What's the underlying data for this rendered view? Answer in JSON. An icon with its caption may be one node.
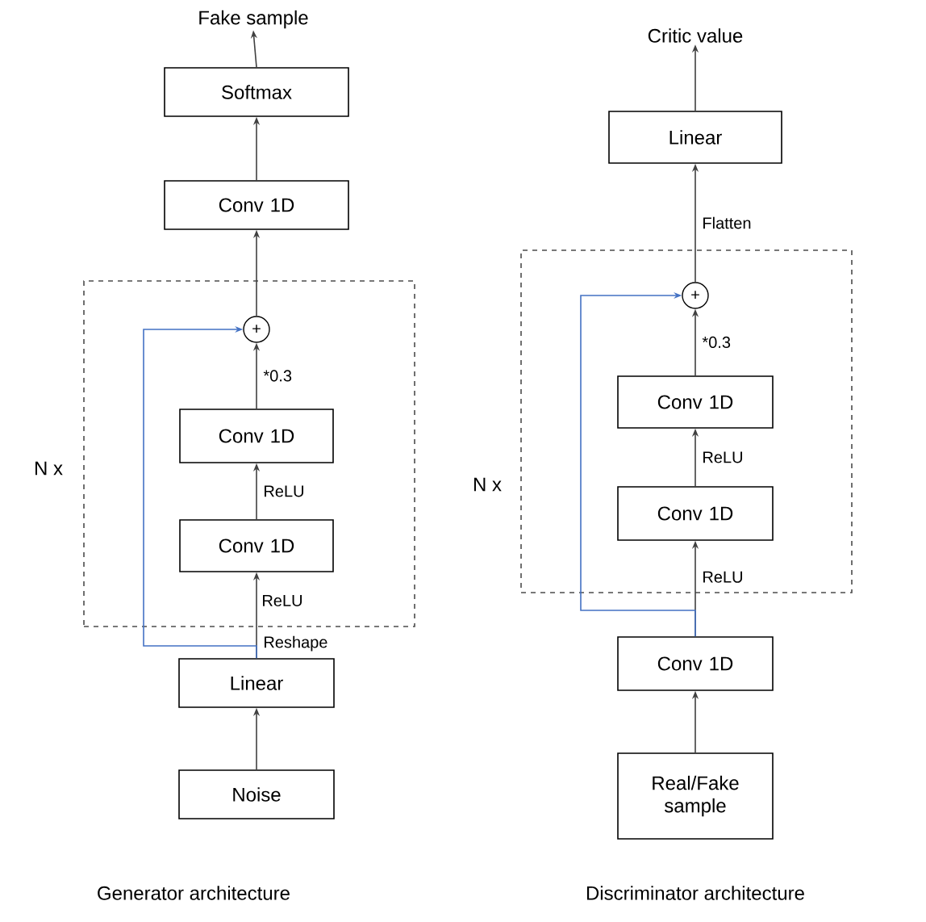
{
  "diagram": {
    "nodes": [
      {
        "text": [
          "Fake sample"
        ]
      },
      {
        "text": [
          "Softmax"
        ]
      },
      {
        "text": [
          "Conv 1D"
        ]
      },
      {
        "text": [],
        "shape": "box",
        "beside": [
          "N x"
        ]
      },
      {
        "text": [
          "+"
        ],
        "in": 3
      },
      {
        "text": [
          "Conv 1D"
        ],
        "in": 3
      },
      {
        "text": [
          "Conv 1D"
        ],
        "in": 3
      },
      {
        "text": [
          "Linear"
        ]
      },
      {
        "text": [
          "Noise"
        ]
      },
      {
        "text": [
          "Critic value"
        ]
      },
      {
        "text": [
          "Linear"
        ]
      },
      {
        "text": [],
        "shape": "box",
        "beside": [
          "N x"
        ]
      },
      {
        "text": [
          "+"
        ],
        "in": 11
      },
      {
        "text": [
          "Conv 1D"
        ],
        "in": 11
      },
      {
        "text": [
          "Conv 1D"
        ],
        "in": 11
      },
      {
        "text": [
          "Conv 1D"
        ]
      },
      {
        "text": [
          "Real/Fake sample"
        ]
      }
    ],
    "edges": [
      {
        "from": 8,
        "to": 7,
        "arrow": "to"
      },
      {
        "from": 7,
        "to": 6,
        "arrow": "to",
        "label": "Reshape"
      },
      {
        "from": 6,
        "to": 5,
        "arrow": "to",
        "label": "ReLU"
      },
      {
        "from": 5,
        "to": 4,
        "arrow": "to",
        "label": "*0.3"
      },
      {
        "from": 7,
        "to": 4,
        "arrow": "to",
        "color": "#4472c4"
      },
      {
        "from": 4,
        "to": 2,
        "arrow": "to"
      },
      {
        "from": 2,
        "to": 1,
        "arrow": "to"
      },
      {
        "from": 1,
        "to": 0,
        "arrow": "to"
      },
      {
        "from": 16,
        "to": 15,
        "arrow": "to"
      },
      {
        "from": 15,
        "to": 14,
        "arrow": "to",
        "label": "ReLU"
      },
      {
        "from": 14,
        "to": 13,
        "arrow": "to",
        "label": "ReLU"
      },
      {
        "from": 13,
        "to": 12,
        "arrow": "to",
        "label": "*0.3"
      },
      {
        "from": 15,
        "to": 12,
        "arrow": "to",
        "color": "#4472c4"
      },
      {
        "from": 12,
        "to": 10,
        "arrow": "to",
        "label": "Flatten"
      },
      {
        "from": 10,
        "to": 9,
        "arrow": "to"
      }
    ],
    "labels": [
      "ReLU",
      "Generator architecture",
      "Discriminator architecture"
    ]
  }
}
